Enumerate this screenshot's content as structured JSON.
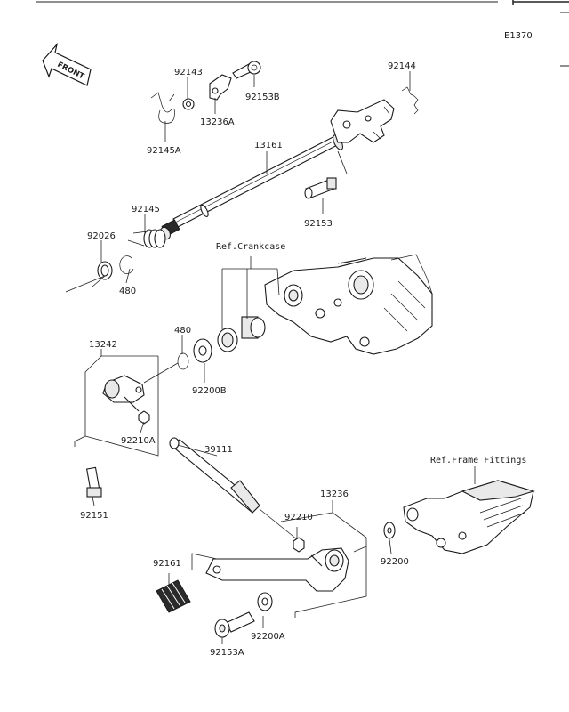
{
  "diagram_code": "E1370",
  "front_label": "FRONT",
  "references": {
    "crankcase": "Ref.Crankcase",
    "frame_fittings": "Ref.Frame Fittings"
  },
  "parts": {
    "p92143": "92143",
    "p92153b": "92153B",
    "p13236a": "13236A",
    "p92144": "92144",
    "p92145a": "92145A",
    "p13161": "13161",
    "p92153": "92153",
    "p92145": "92145",
    "p92026": "92026",
    "p480a": "480",
    "p480b": "480",
    "p92200b": "92200B",
    "p13242": "13242",
    "p92210a": "92210A",
    "p39111": "39111",
    "p92151": "92151",
    "p13236": "13236",
    "p92210": "92210",
    "p92200": "92200",
    "p92161": "92161",
    "p92200a": "92200A",
    "p92153a": "92153A"
  }
}
